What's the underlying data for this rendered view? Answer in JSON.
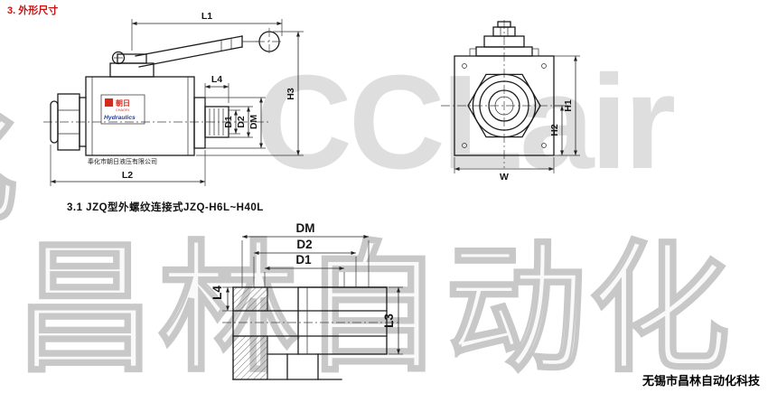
{
  "header": {
    "section_title": "3. 外形尺寸"
  },
  "caption": {
    "text": "3.1  JZQ型外螺纹连接式JZQ-H6L~H40L"
  },
  "footer": {
    "company": "无锡市昌林自动化科技"
  },
  "watermark": {
    "line1": "CCLair",
    "line2": "昌林自动化",
    "fragment": "化"
  },
  "side_view": {
    "company_label": "奉化市朝日液压有限公司",
    "brand": {
      "name_cn": "朝日",
      "name_en": "CHAORI",
      "tagline": "Hydraulics"
    },
    "dims": {
      "L1": "L1",
      "L2": "L2",
      "L4": "L4",
      "H3": "H3",
      "D1": "D1",
      "D2": "D2",
      "DM": "DM"
    }
  },
  "front_view": {
    "dims": {
      "H1": "H1",
      "H2": "H2",
      "W": "W"
    }
  },
  "section_view": {
    "dims": {
      "DM": "DM",
      "D2": "D2",
      "D1": "D1",
      "L4": "L4",
      "L3": "L3"
    }
  },
  "colors": {
    "title_red": "#cc1111",
    "brand_red": "#d42a1e",
    "brand_blue": "#1a3fae",
    "line_dark": "#1c1c1c",
    "watermark_gray": "#c6c6c6"
  }
}
